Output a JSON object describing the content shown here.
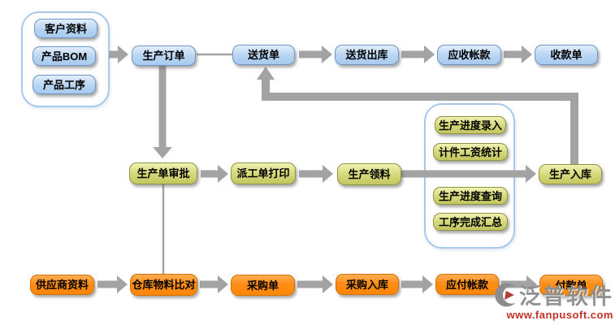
{
  "nodes": {
    "customer_info": "客户资料",
    "product_bom": "产品BOM",
    "product_process": "产品工序",
    "production_order": "生产订单",
    "delivery_note": "送货单",
    "delivery_outbound": "送货出库",
    "accounts_receivable": "应收帐款",
    "receipt_note": "收款单",
    "production_order_approval": "生产单审批",
    "work_order_print": "派工单打印",
    "production_material_requisition": "生产领料",
    "production_inbound": "生产入库",
    "progress_entry": "生产进度录入",
    "piece_wage_stats": "计件工资统计",
    "progress_query": "生产进度查询",
    "process_completion_summary": "工序完成汇总",
    "supplier_info": "供应商资料",
    "warehouse_material_compare": "仓库物料比对",
    "purchase_order": "采购单",
    "purchase_inbound": "采购入库",
    "accounts_payable": "应付帐款",
    "payment_note": "付款单"
  },
  "colors": {
    "blue_node": "#b7d4f2",
    "olive_node": "#ccd06a",
    "orange_node": "#ff8c1a",
    "connector_gray": "#a3a3a3",
    "group_border_blue": "#a9c9ec",
    "logo_gray": "#8d8d8d",
    "logo_red": "#c43227"
  },
  "watermark": {
    "brand": "泛普软件",
    "website": "www.fanpusoft.com"
  }
}
